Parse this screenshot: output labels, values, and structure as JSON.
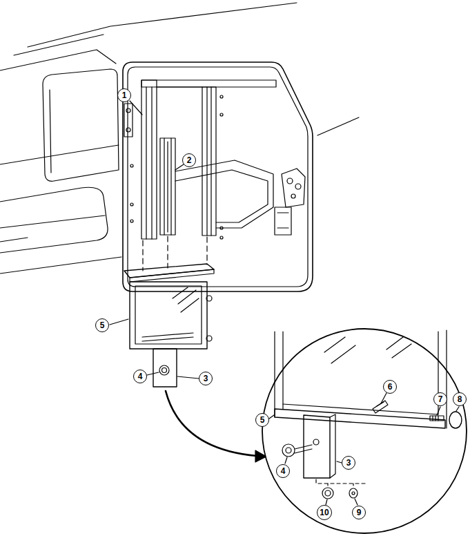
{
  "diagram": {
    "labels": [
      "1",
      "2",
      "5",
      "4",
      "3",
      "6",
      "7",
      "8",
      "5",
      "4",
      "3",
      "10",
      "9"
    ]
  }
}
